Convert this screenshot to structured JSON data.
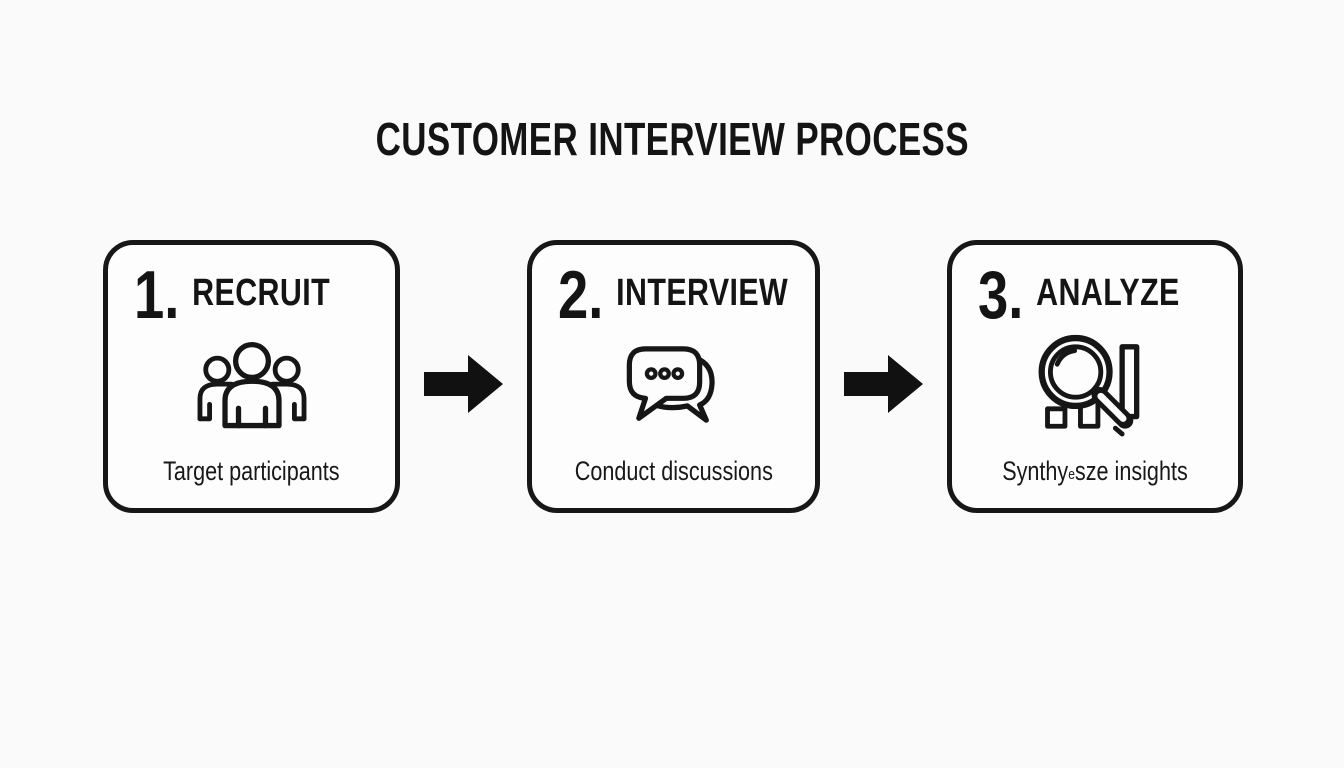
{
  "background": "#fbfafa",
  "accent_color": "#161616",
  "title": "CUSTOMER INTERVIEW PROCESS",
  "steps": [
    {
      "number": "1.",
      "heading": "RECRUIT",
      "icon": "people-group-icon",
      "caption": "Target participants",
      "caption_pre": "Target participants",
      "caption_small": "",
      "caption_post": ""
    },
    {
      "number": "2.",
      "heading": "INTERVIEW",
      "icon": "chat-bubbles-icon",
      "caption": "Conduct discussions",
      "caption_pre": "Conduct discussions",
      "caption_small": "",
      "caption_post": ""
    },
    {
      "number": "3.",
      "heading": "ANALYZE",
      "icon": "magnifier-chart-icon",
      "caption": "Synthyesze insights",
      "caption_pre": "Synthy",
      "caption_small": "e",
      "caption_post": "sze insights"
    }
  ],
  "arrows": {
    "glyph": "right-arrow",
    "color": "#111111"
  }
}
